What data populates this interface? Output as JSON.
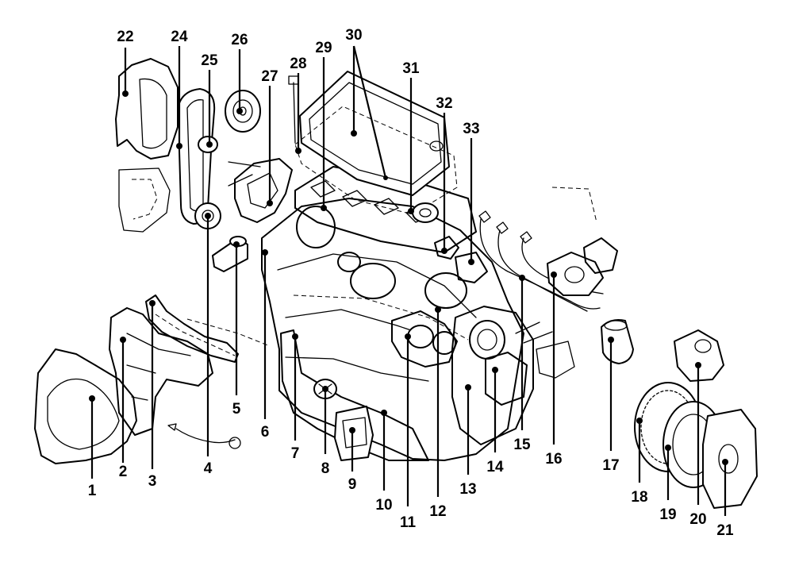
{
  "callouts": [
    {
      "id": "1",
      "label": "1"
    },
    {
      "id": "2",
      "label": "2"
    },
    {
      "id": "3",
      "label": "3"
    },
    {
      "id": "4",
      "label": "4"
    },
    {
      "id": "5",
      "label": "5"
    },
    {
      "id": "6",
      "label": "6"
    },
    {
      "id": "7",
      "label": "7"
    },
    {
      "id": "8",
      "label": "8"
    },
    {
      "id": "9",
      "label": "9"
    },
    {
      "id": "10",
      "label": "10"
    },
    {
      "id": "11",
      "label": "11"
    },
    {
      "id": "12",
      "label": "12"
    },
    {
      "id": "13",
      "label": "13"
    },
    {
      "id": "14",
      "label": "14"
    },
    {
      "id": "15",
      "label": "15"
    },
    {
      "id": "16",
      "label": "16"
    },
    {
      "id": "17",
      "label": "17"
    },
    {
      "id": "18",
      "label": "18"
    },
    {
      "id": "19",
      "label": "19"
    },
    {
      "id": "20",
      "label": "20"
    },
    {
      "id": "21",
      "label": "21"
    },
    {
      "id": "22",
      "label": "22"
    },
    {
      "id": "24",
      "label": "24"
    },
    {
      "id": "25",
      "label": "25"
    },
    {
      "id": "26",
      "label": "26"
    },
    {
      "id": "27",
      "label": "27"
    },
    {
      "id": "28",
      "label": "28"
    },
    {
      "id": "29",
      "label": "29"
    },
    {
      "id": "30",
      "label": "30"
    },
    {
      "id": "31",
      "label": "31"
    },
    {
      "id": "32",
      "label": "32"
    },
    {
      "id": "33",
      "label": "33"
    }
  ]
}
